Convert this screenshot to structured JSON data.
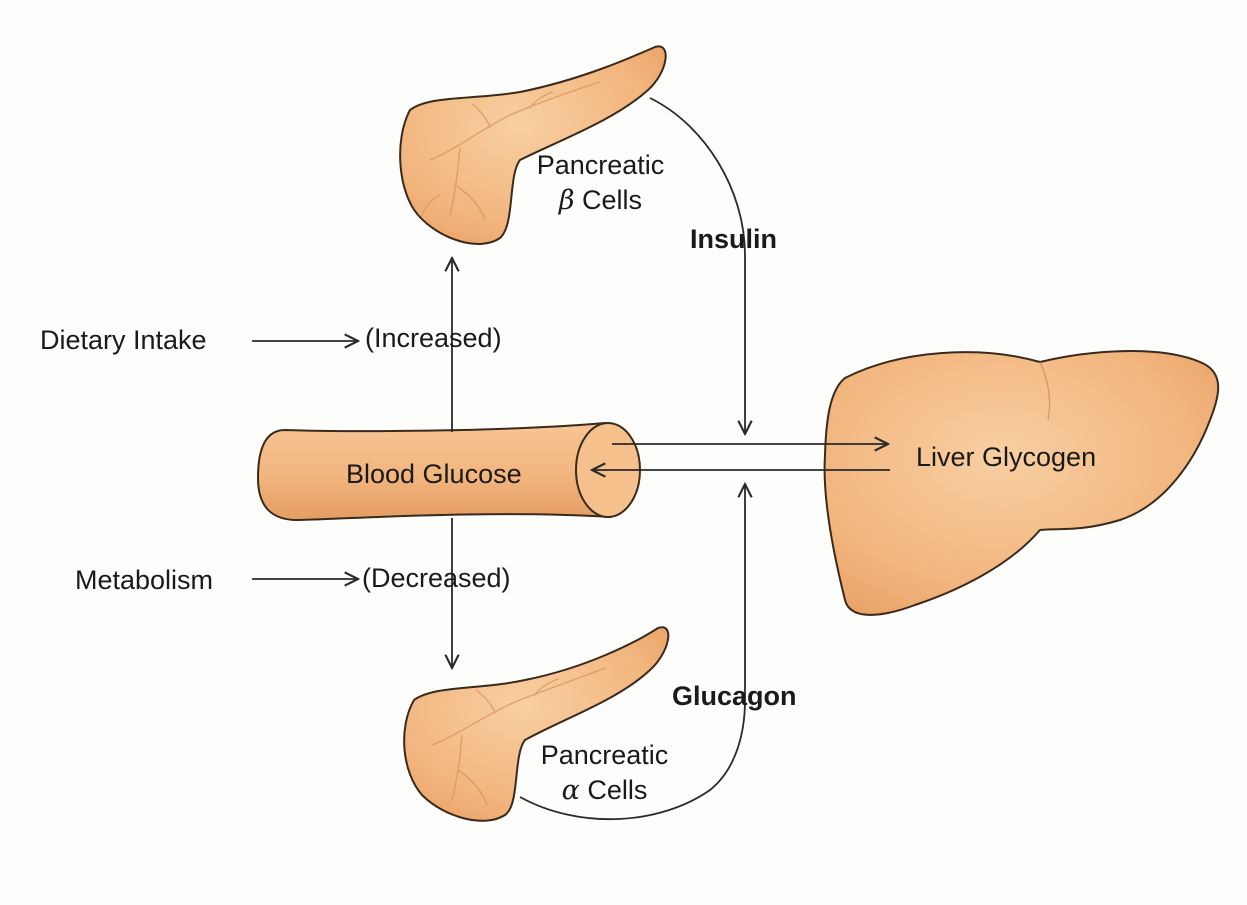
{
  "nodes": {
    "beta_cells": {
      "line1": "Pancreatic",
      "greek": "β",
      "line2": "Cells"
    },
    "alpha_cells": {
      "line1": "Pancreatic",
      "greek": "α",
      "line2": "Cells"
    },
    "blood_glucose": "Blood Glucose",
    "liver_glycogen": "Liver Glycogen",
    "increased": "(Increased)",
    "decreased": "(Decreased)",
    "dietary_intake": "Dietary Intake",
    "metabolism": "Metabolism"
  },
  "edges": {
    "insulin": "Insulin",
    "glucagon": "Glucagon"
  },
  "colors": {
    "organ_fill": "#f2b57e",
    "organ_outline": "#3a2a1c",
    "arrow": "#2a2a2a",
    "text": "#1a1a1a"
  }
}
